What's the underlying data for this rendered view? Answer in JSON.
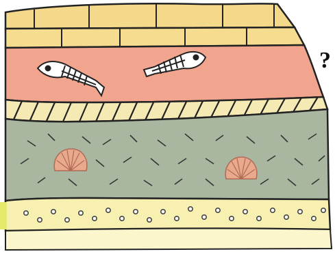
{
  "annotation": {
    "mark": "?"
  },
  "strata": [
    {
      "name": "brick-limestone-layer",
      "color": "#f4d98a"
    },
    {
      "name": "shale-layer-with-fish-fossils",
      "color": "#f2a58e"
    },
    {
      "name": "hatched-layer",
      "color": "#f5eab4"
    },
    {
      "name": "green-layer-with-shell-fossils",
      "color": "#a9b7a0"
    },
    {
      "name": "conglomerate-layer",
      "color": "#f7f0b0"
    }
  ],
  "fossils": [
    {
      "type": "fish-skeleton",
      "count": 2
    },
    {
      "type": "scallop-shell",
      "count": 2
    }
  ]
}
